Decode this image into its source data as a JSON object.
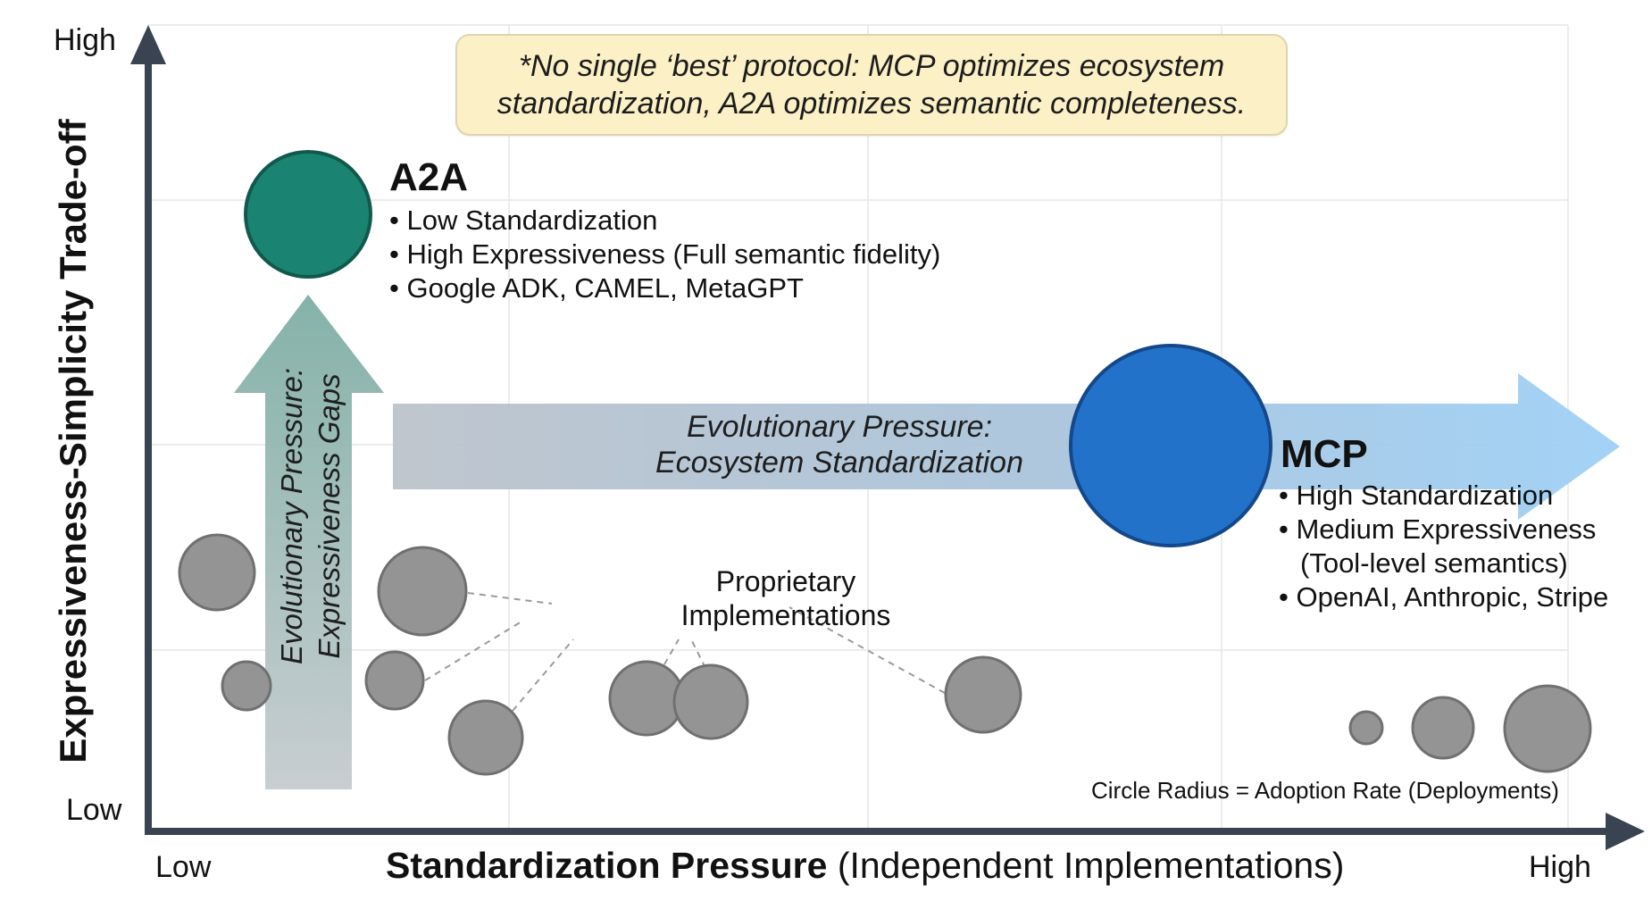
{
  "note": {
    "line1": "*No single ‘best’ protocol: MCP optimizes ecosystem",
    "line2": "standardization, A2A optimizes semantic completeness."
  },
  "y_axis": {
    "title": "Expressiveness-Simplicity Trade-off",
    "high": "High",
    "low": "Low"
  },
  "x_axis": {
    "title_bold": "Standardization Pressure",
    "title_rest": " (Independent Implementations)",
    "low": "Low",
    "high": "High"
  },
  "a2a": {
    "name": "A2A",
    "bullets": [
      "• Low Standardization",
      "• High Expressiveness (Full semantic fidelity)",
      "• Google ADK, CAMEL, MetaGPT"
    ]
  },
  "mcp": {
    "name": "MCP",
    "bullets": [
      "• High Standardization",
      "• Medium Expressiveness",
      "(Tool-level semantics)",
      "• OpenAI, Anthropic, Stripe"
    ]
  },
  "vertical_arrow": {
    "line1": "Evolutionary Pressure:",
    "line2": "Expressiveness Gaps"
  },
  "horizontal_arrow": {
    "line1": "Evolutionary Pressure:",
    "line2": "Ecosystem Standardization"
  },
  "proprietary": {
    "line1": "Proprietary",
    "line2": "Implementations"
  },
  "legend": "Circle Radius = Adoption Rate (Deployments)",
  "colors": {
    "a2a": "#1b8371",
    "mcp": "#2272c9",
    "proprietary": "#949494",
    "axis": "#3a4352",
    "note_bg": "#fbf0c6"
  }
}
